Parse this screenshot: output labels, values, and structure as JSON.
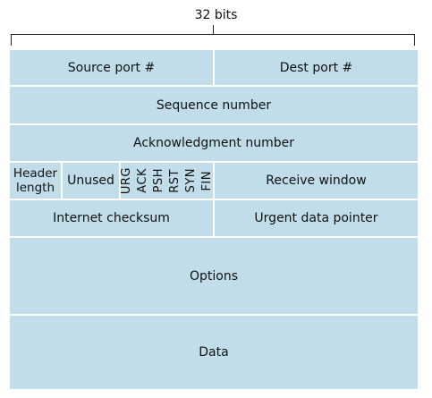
{
  "width_label": "32 bits",
  "rows": {
    "source_port": "Source port #",
    "dest_port": "Dest port #",
    "sequence_number": "Sequence number",
    "ack_number": "Acknowledgment number",
    "header_length": "Header length",
    "unused": "Unused",
    "flags": [
      "URG",
      "ACK",
      "PSH",
      "RST",
      "SYN",
      "FIN"
    ],
    "receive_window": "Receive window",
    "checksum": "Internet checksum",
    "urgent_pointer": "Urgent data pointer",
    "options": "Options",
    "data": "Data"
  },
  "colors": {
    "field_fill": "#c0dde9",
    "divider": "#ffffff"
  }
}
